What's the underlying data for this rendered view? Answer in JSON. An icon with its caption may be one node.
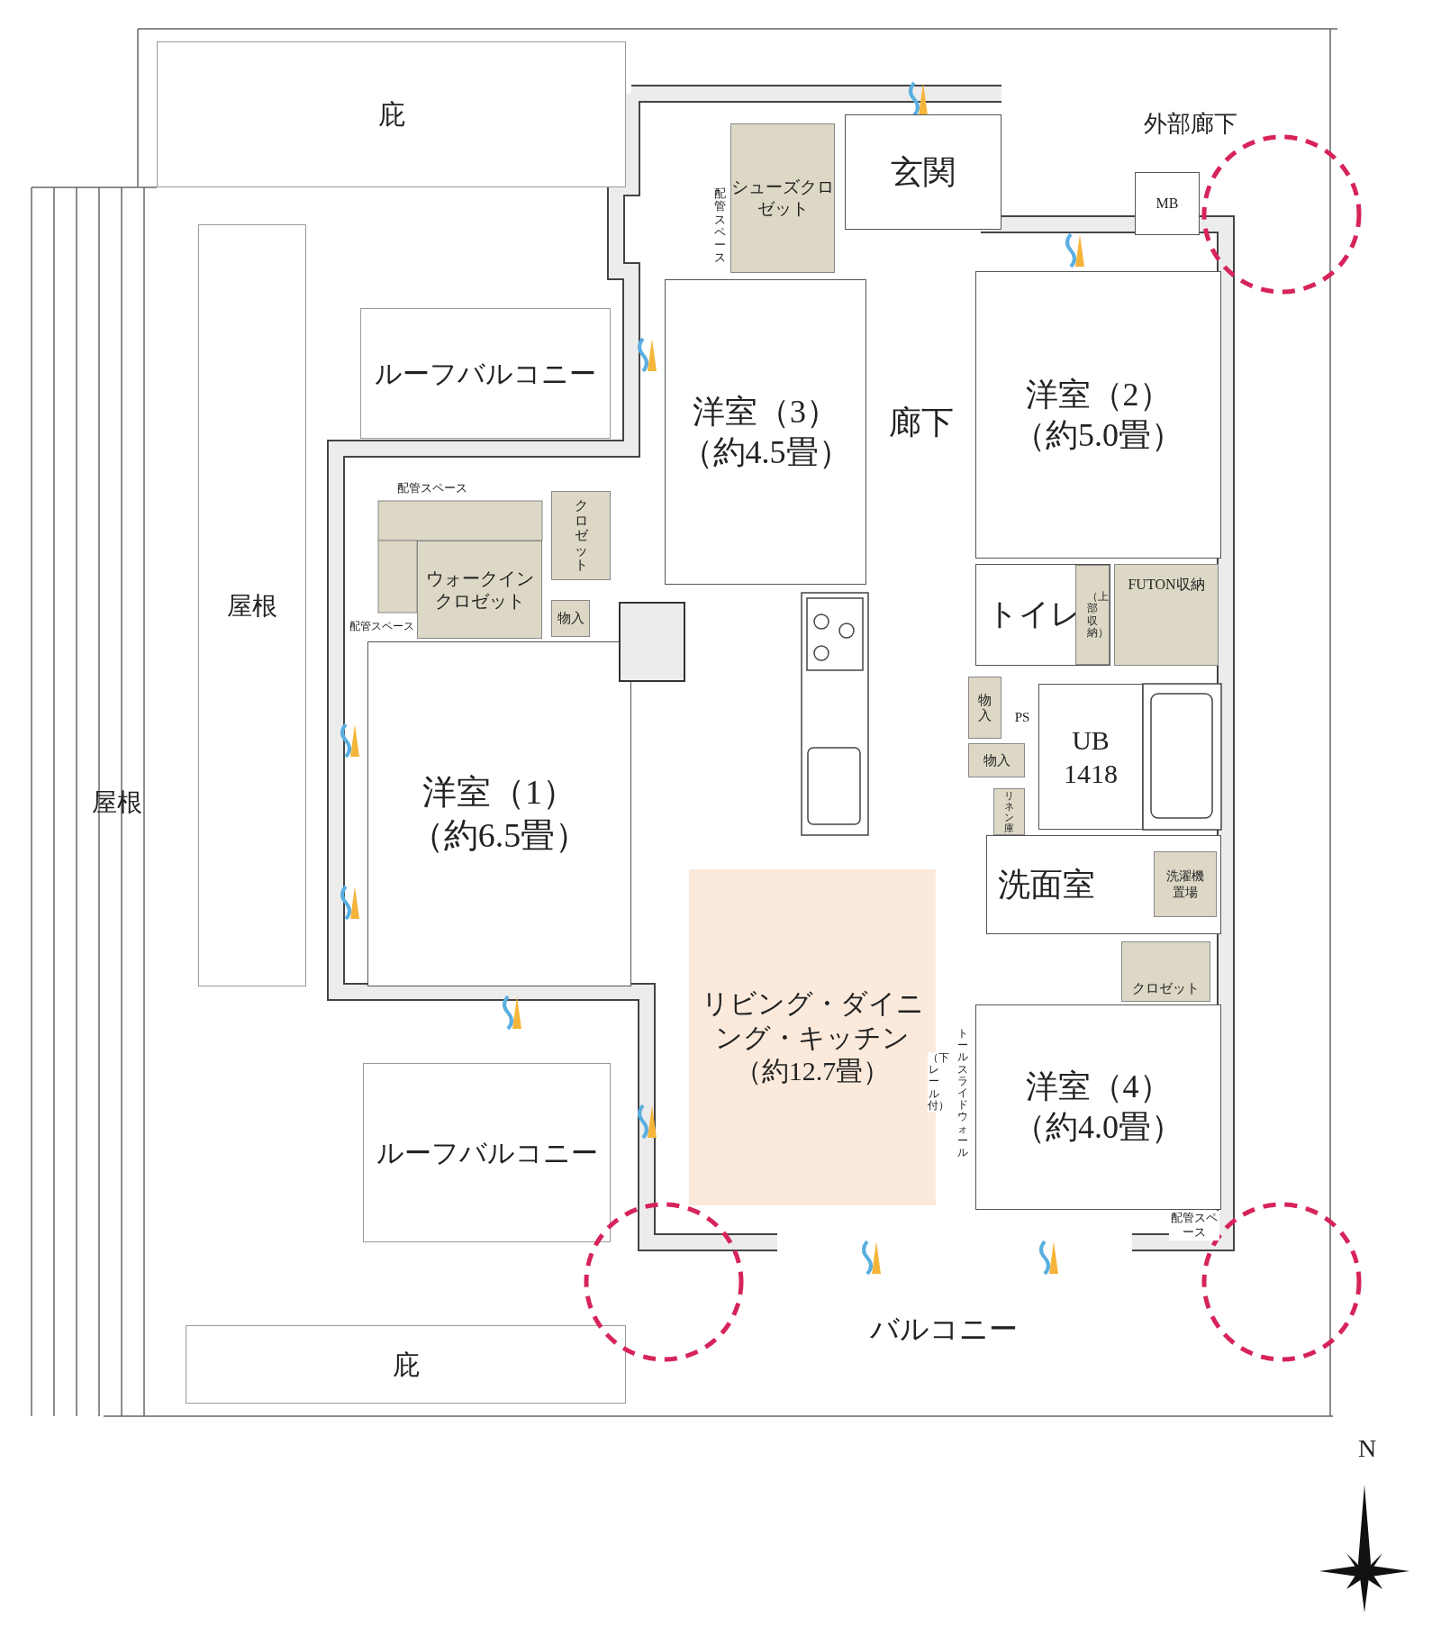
{
  "diagram": {
    "nodes": [
      {
        "text": [
          "庇"
        ]
      },
      {
        "text": [
          "玄関"
        ]
      },
      {
        "text": [
          "シューズクロゼット"
        ]
      },
      {
        "text": [
          "MB"
        ]
      },
      {
        "text": [
          "ルーフバルコニー"
        ]
      },
      {
        "text": [
          "洋室（3）",
          "（約4.5畳）"
        ]
      },
      {
        "text": [
          "廊下"
        ]
      },
      {
        "text": [
          "洋室（2）",
          "（約5.0畳）"
        ]
      },
      {
        "text": [
          "クロゼット"
        ]
      },
      {
        "text": [
          "ウォークインクロゼット"
        ]
      },
      {
        "text": [
          "物入"
        ]
      },
      {
        "text": [
          "トイレ"
        ]
      },
      {
        "text": [
          "（上部収納）"
        ],
        "in": 11
      },
      {
        "text": [
          "FUTON収納"
        ]
      },
      {
        "text": [
          "屋根"
        ]
      },
      {
        "text": [
          "屋根"
        ]
      },
      {
        "text": [
          "物入"
        ]
      },
      {
        "text": [
          "UB",
          "1418"
        ]
      },
      {
        "text": [
          "物入"
        ]
      },
      {
        "text": [
          "リネン庫"
        ]
      },
      {
        "text": [
          "洋室（1）",
          "（約6.5畳）"
        ]
      },
      {
        "text": [
          "洗面室"
        ]
      },
      {
        "text": [
          "洗濯機置場"
        ],
        "in": 21
      },
      {
        "text": [
          "クロゼット"
        ]
      },
      {
        "text": [
          "リビング・ダイニング・キッチン",
          "（約12.7畳）"
        ]
      },
      {
        "text": [
          "洋室（4）",
          "（約4.0畳）"
        ]
      },
      {
        "text": [
          "ルーフバルコニー"
        ]
      },
      {
        "text": [
          "バルコニー"
        ]
      },
      {
        "text": [
          "庇"
        ]
      },
      {
        "text": [],
        "shape": "box"
      },
      {
        "text": [],
        "shape": "circle"
      },
      {
        "text": [],
        "shape": "circle"
      },
      {
        "text": [],
        "shape": "circle"
      }
    ],
    "labels": [
      "外部廊下",
      "配管スペース",
      "配管スペース",
      "配管スペース",
      "PS",
      "トールスライドウォール",
      "（下レール付）",
      "配管スペース",
      "N"
    ]
  }
}
